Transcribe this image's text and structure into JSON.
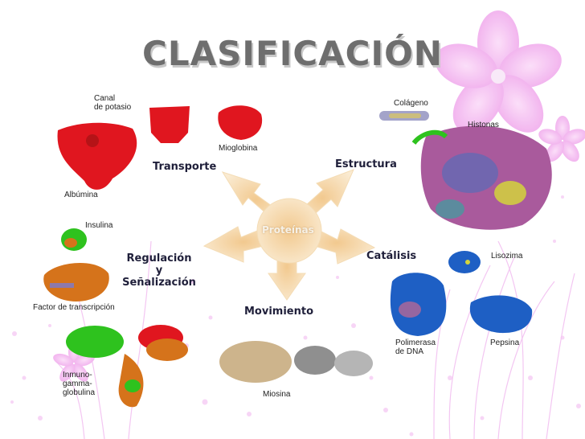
{
  "title": "CLASIFICACIÓN",
  "center_label": "Proteínas",
  "categories": {
    "transporte": "Transporte",
    "estructura": "Estructura",
    "regulacion": [
      "Regulación",
      "y",
      "Señalización"
    ],
    "catalisis": "Catálisis",
    "movimiento": "Movimiento"
  },
  "proteins": {
    "canal": [
      "Canal",
      "de potasio"
    ],
    "mioglobina": "Mioglobina",
    "albumina": "Albúmina",
    "colageno": "Colágeno",
    "histonas": "Histonas",
    "insulina": "Insulina",
    "factor": "Factor de transcripción",
    "lisozima": "Lisozima",
    "polimerasa": [
      "Polimerasa",
      "de DNA"
    ],
    "pepsina": "Pepsina",
    "inmuno": [
      "Inmuno-",
      "gamma-",
      "globulina"
    ],
    "miosina": "Miosina"
  },
  "colors": {
    "arrow": "#f7ddb0",
    "title": "#6e6e6e",
    "flower": "#f0a8ec",
    "red_protein": "#e0161f",
    "blue_protein": "#1e5fc4",
    "green_protein": "#2ec21e",
    "orange_protein": "#d5731b",
    "tan_protein": "#cdb48c"
  }
}
